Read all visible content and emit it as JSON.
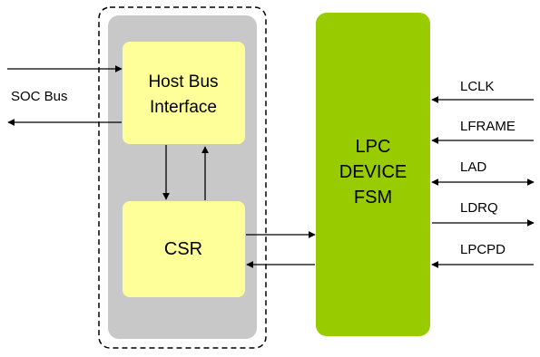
{
  "blocks": {
    "host_bus_interface": {
      "line1": "Host Bus",
      "line2": "Interface"
    },
    "csr": {
      "label": "CSR"
    },
    "fsm": {
      "line1": "LPC",
      "line2": "DEVICE",
      "line3": "FSM"
    }
  },
  "signals": {
    "soc_bus": "SOC Bus",
    "lclk": "LCLK",
    "lframe": "LFRAME",
    "lad": "LAD",
    "ldrq": "LDRQ",
    "lpcpd": "LPCPD"
  },
  "colors": {
    "container_fill": "#c8c8c8",
    "block_fill": "#ffff99",
    "fsm_fill": "#99cc00",
    "line": "#000000"
  }
}
